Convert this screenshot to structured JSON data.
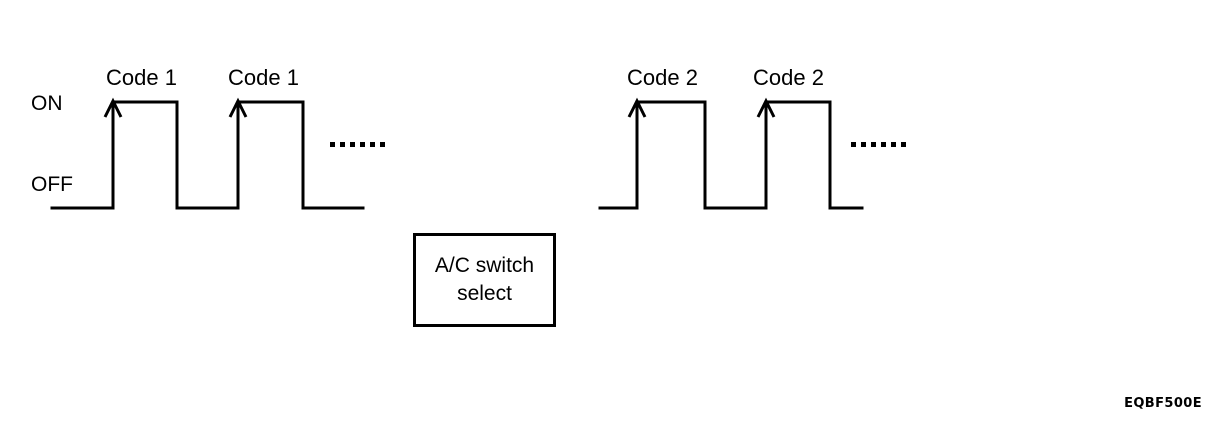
{
  "figure": {
    "id_code": "EQBF500E",
    "axis": {
      "on_label": "ON",
      "off_label": "OFF"
    },
    "selector_box": {
      "line1": "A/C switch",
      "line2": "select"
    },
    "ellipsis": "......"
  },
  "chart_data": {
    "type": "line",
    "title": "",
    "xlabel": "",
    "ylabel": "",
    "subtitle": "",
    "grid": false,
    "legend_position": "none",
    "y_levels": {
      "OFF": 0,
      "ON": 1
    },
    "annotations": [
      {
        "text": "Code 1",
        "target": "pulse-1-rising-edge"
      },
      {
        "text": "Code 1",
        "target": "pulse-2-rising-edge"
      },
      {
        "text": "Code 2",
        "target": "pulse-3-rising-edge"
      },
      {
        "text": "Code 2",
        "target": "pulse-4-rising-edge"
      },
      {
        "text": "A/C switch select",
        "target": "selector-box"
      }
    ],
    "series": [
      {
        "name": "Code 1",
        "label": "Code 1",
        "continues": true,
        "x": [
          52,
          113,
          113,
          177,
          177,
          238,
          238,
          303,
          303,
          363
        ],
        "values": [
          0,
          0,
          1,
          1,
          0,
          0,
          1,
          1,
          0,
          0
        ],
        "pulses": [
          {
            "rise_x": 113,
            "fall_x": 177,
            "level": "ON",
            "code": "Code 1"
          },
          {
            "rise_x": 238,
            "fall_x": 303,
            "level": "ON",
            "code": "Code 1"
          }
        ]
      },
      {
        "name": "Code 2",
        "label": "Code 2",
        "continues": true,
        "x": [
          600,
          637,
          637,
          705,
          705,
          766,
          766,
          830,
          830,
          862
        ],
        "values": [
          0,
          0,
          1,
          1,
          0,
          0,
          1,
          1,
          0,
          0
        ],
        "pulses": [
          {
            "rise_x": 637,
            "fall_x": 705,
            "level": "ON",
            "code": "Code 2"
          },
          {
            "rise_x": 766,
            "fall_x": 830,
            "level": "ON",
            "code": "Code 2"
          }
        ]
      }
    ]
  }
}
